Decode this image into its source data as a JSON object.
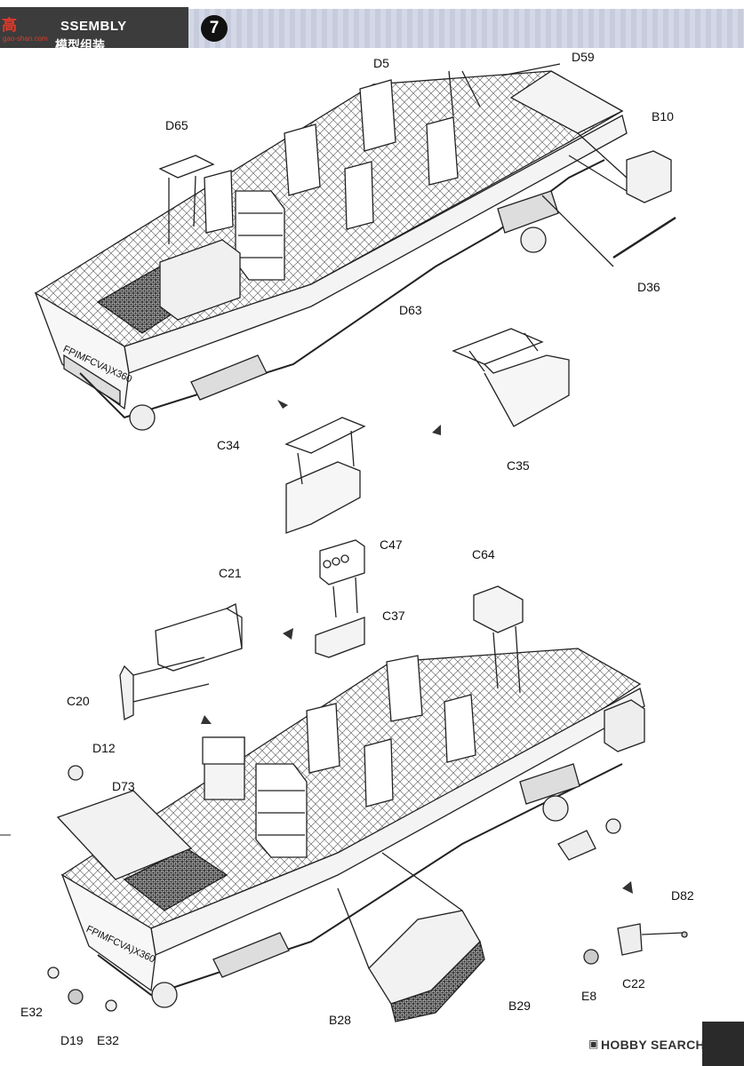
{
  "header": {
    "site_logo": "高",
    "site_url": "gao-shan.com",
    "title_en": "SSEMBLY",
    "title_cn": "模型组装",
    "step": "7"
  },
  "labels": {
    "D5": "D5",
    "D59": "D59",
    "D65": "D65",
    "B10": "B10",
    "D36": "D36",
    "D63": "D63",
    "C34": "C34",
    "C35": "C35",
    "C47": "C47",
    "C64": "C64",
    "C21": "C21",
    "C37": "C37",
    "C20": "C20",
    "D12": "D12",
    "D73": "D73",
    "D82": "D82",
    "E8": "E8",
    "C22": "C22",
    "E32a": "E32",
    "D19": "D19",
    "E32b": "E32",
    "B28": "B28",
    "B29": "B29"
  },
  "side_text": "FPIMFCVA)X360",
  "footer": {
    "mark": "▣",
    "logo": "HOBBY SEARCH"
  }
}
